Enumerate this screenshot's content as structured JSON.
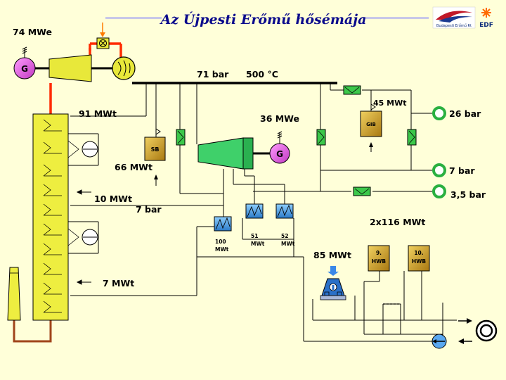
{
  "title": "Az Újpesti Erőmű hősémája",
  "logos": {
    "left_text": "Budapesti Erőmű Rt",
    "right_text": "EDF"
  },
  "labels": {
    "gas_turbine_power": "74 MWe",
    "pressure_main": "71 bar",
    "temp_main": "500 °C",
    "boiler_heat": "91 MWt",
    "steam_turbine_power": "36 MWe",
    "sb_heat": "66 MWt",
    "heat_10": "10 MWt",
    "bar_7_left": "7 bar",
    "heat_7": "7 MWt",
    "gib_heat": "45 MWt",
    "bar_26": "26 bar",
    "bar_7_right": "7 bar",
    "bar_35": "3,5 bar",
    "hwb_total": "2x116 MWt",
    "pump_heat": "85 MWt",
    "hx100_a": "100",
    "hx100_b": "MWt",
    "hx51_a": "51",
    "hx51_b": "MWt",
    "hx52_a": "52",
    "hx52_b": "MWt"
  },
  "equipment": {
    "generator_symbol": "G",
    "sb": "SB",
    "gib": "GIB",
    "hwb9_a": "9.",
    "hwb9_b": "HWB",
    "hwb10_a": "10.",
    "hwb10_b": "HWB"
  },
  "colors": {
    "background": "#ffffd9",
    "hot_line": "#ff2a00",
    "exhaust_line": "#a0441a",
    "generator": "#e060e0",
    "turbine_yellow": "#e8e83a",
    "turbine_green": "#3fd06a",
    "valve_green": "#3cc84a",
    "hx_blue": "#4aa0e0",
    "box_gold": "#c89a20"
  }
}
